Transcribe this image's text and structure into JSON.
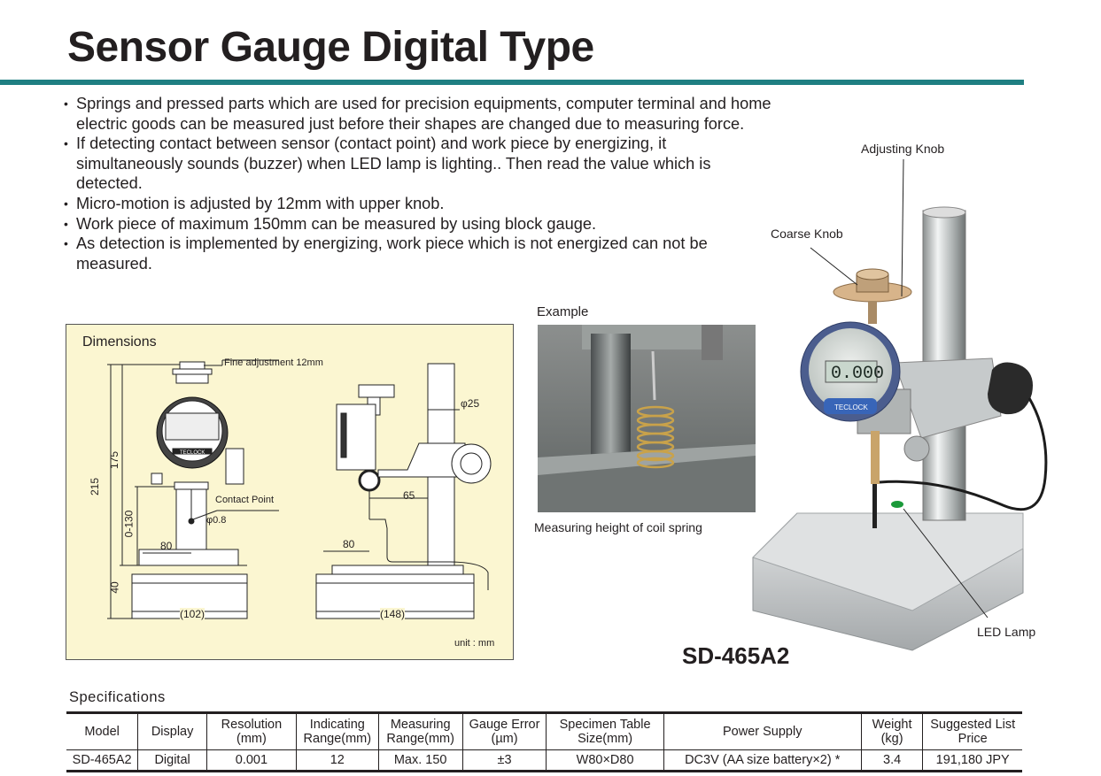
{
  "title": "Sensor Gauge Digital Type",
  "bullets": [
    "Springs and pressed parts which are used for precision equipments, computer terminal and home electric goods can be measured just before their shapes are changed due to measuring force.",
    "If detecting contact between sensor (contact point) and work piece by energizing, it simultaneously sounds (buzzer) when LED lamp is lighting.. Then read the value which is detected.",
    "Micro-motion is adjusted by 12mm with upper knob.",
    "Work piece of maximum 150mm can be measured by using block gauge.",
    "As detection is implemented by energizing, work piece which is not energized can not be measured."
  ],
  "dimensions": {
    "title": "Dimensions",
    "fine_adjustment": "Fine adjustment 12mm",
    "contact_point": "Contact Point",
    "phi08": "φ0.8",
    "phi25": "φ25",
    "d215": "215",
    "d175": "175",
    "d0130": "0-130",
    "d40": "40",
    "d80a": "80",
    "d80b": "80",
    "d65": "65",
    "d102": "(102)",
    "d148": "(148)",
    "unit": "unit : mm",
    "brand": "TECLOCK"
  },
  "example": {
    "label": "Example",
    "caption": "Measuring height of coil spring"
  },
  "product": {
    "adjusting_knob": "Adjusting Knob",
    "coarse_knob": "Coarse Knob",
    "led_lamp": "LED Lamp",
    "display_value": "0.000",
    "brand": "TECLOCK",
    "model": "SD-465A2"
  },
  "specifications": {
    "title": "Specifications",
    "columns": [
      "Model",
      "Display",
      "Resolution (mm)",
      "Indicating Range(mm)",
      "Measuring Range(mm)",
      "Gauge Error (µm)",
      "Specimen Table Size(mm)",
      "Power Supply",
      "Weight (kg)",
      "Suggested List Price"
    ],
    "row": [
      "SD-465A2",
      "Digital",
      "0.001",
      "12",
      "Max. 150",
      "±3",
      "W80×D80",
      "DC3V (AA size battery×2) *",
      "3.4",
      "191,180 JPY"
    ]
  }
}
